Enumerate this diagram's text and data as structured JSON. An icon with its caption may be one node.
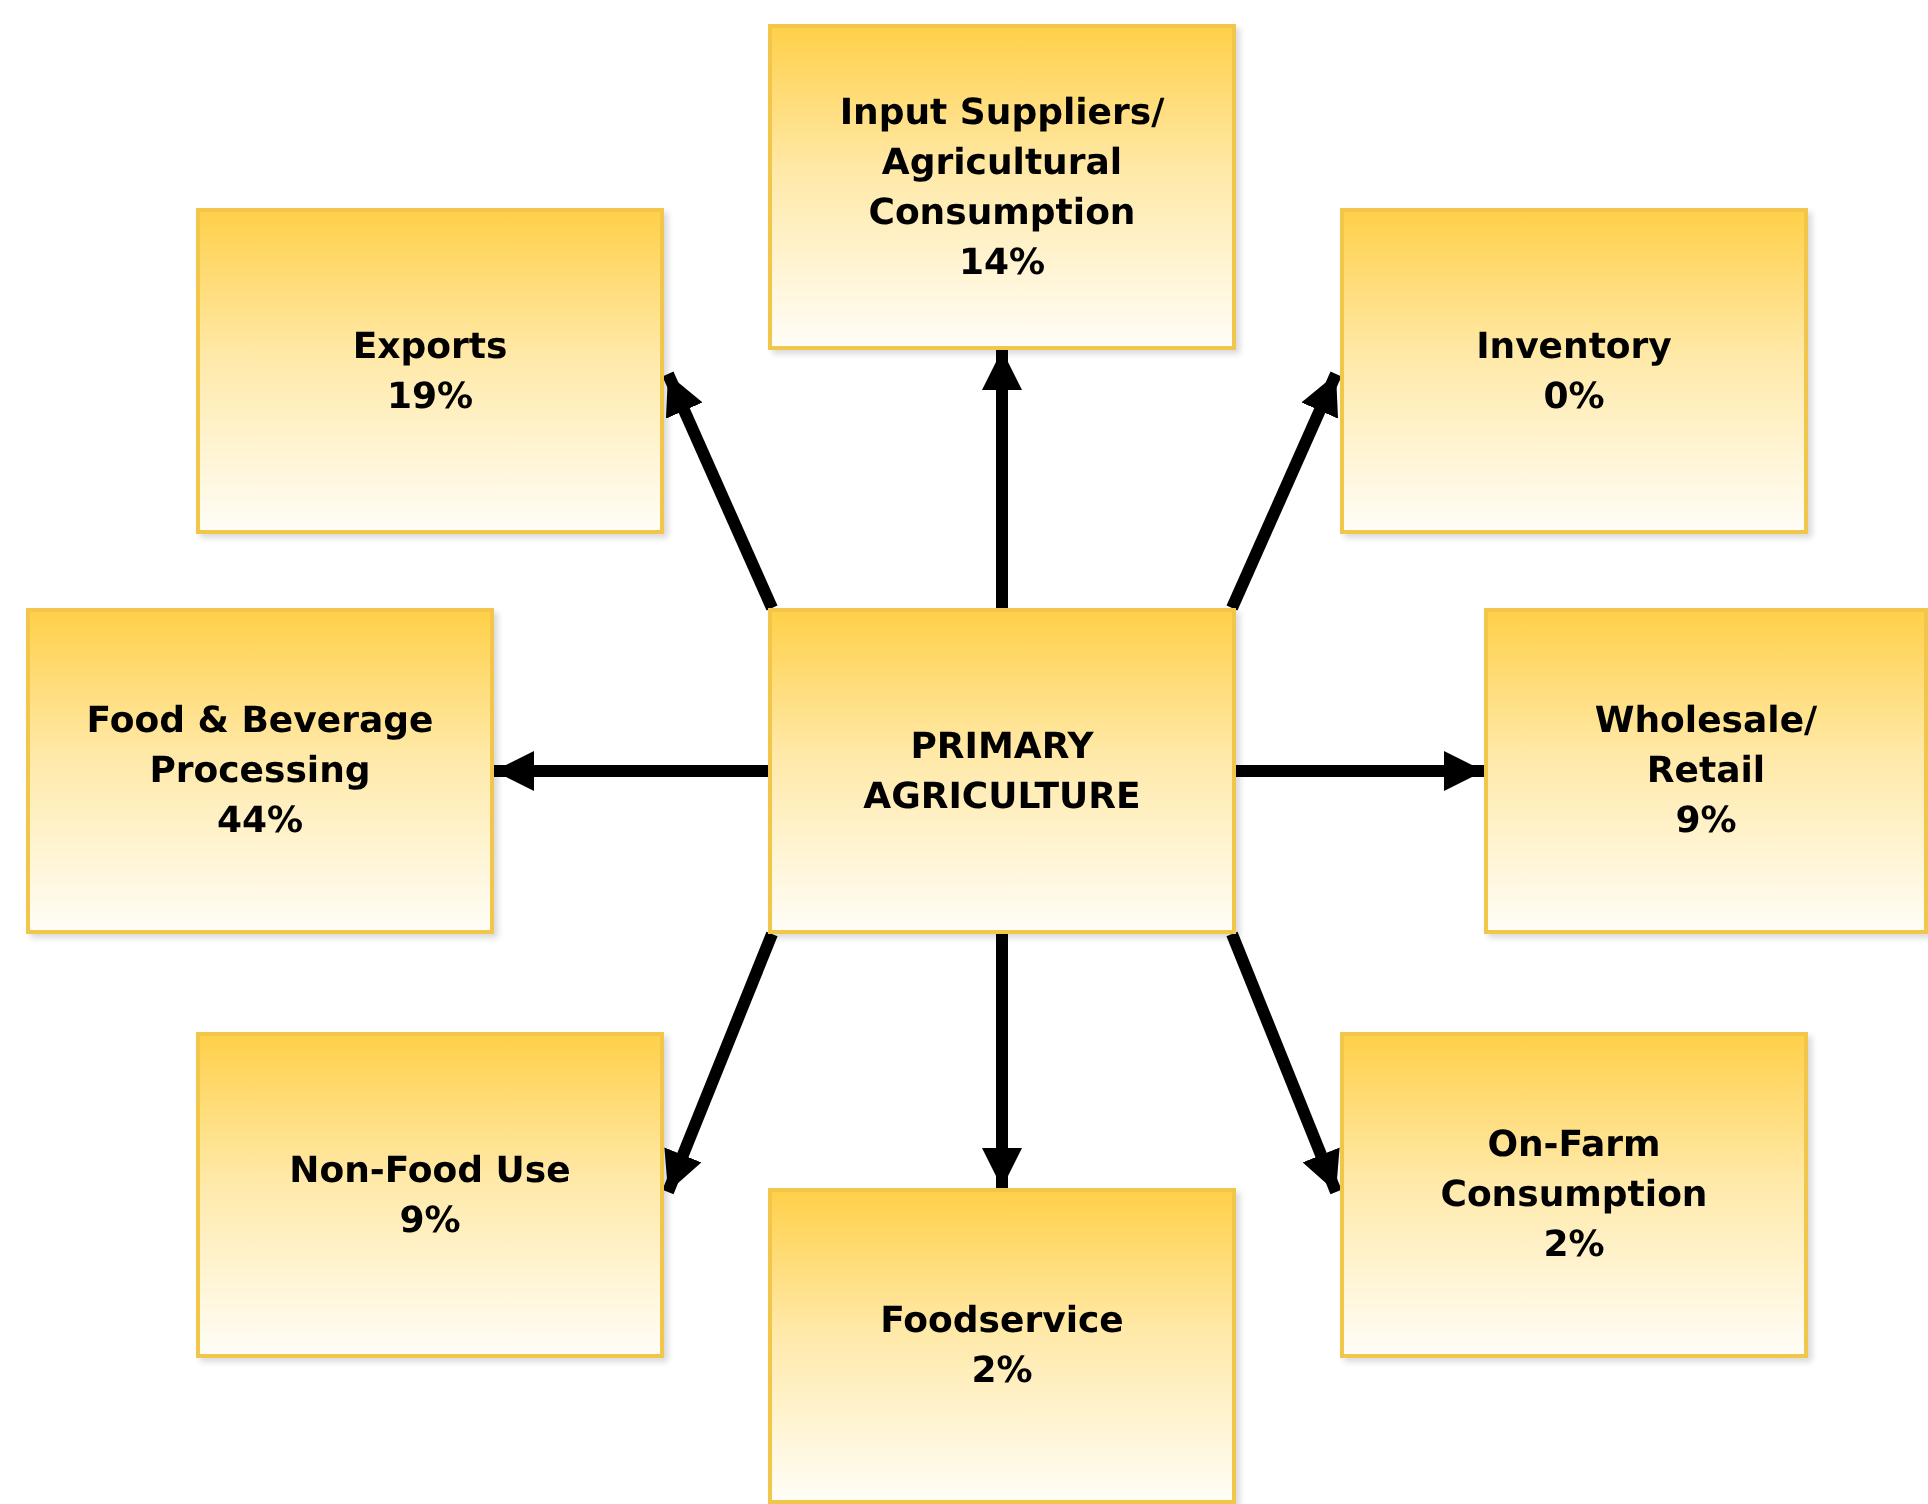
{
  "diagram": {
    "nodes": [
      {
        "text": [
          "Input Suppliers/ Agricultural Consumption",
          "14%"
        ]
      },
      {
        "text": [
          "Exports",
          "19%"
        ]
      },
      {
        "text": [
          "Inventory",
          "0%"
        ]
      },
      {
        "text": [
          "Food & Beverage Processing",
          "44%"
        ]
      },
      {
        "text": [
          "PRIMARY AGRICULTURE"
        ]
      },
      {
        "text": [
          "Wholesale/ Retail",
          "9%"
        ]
      },
      {
        "text": [
          "Non-Food Use",
          "9%"
        ]
      },
      {
        "text": [
          "On-Farm Consumption",
          "2%"
        ]
      },
      {
        "text": [
          "Foodservice",
          "2%"
        ]
      }
    ],
    "edges": [
      {
        "from": 4,
        "to": 0,
        "arrow": "to"
      },
      {
        "from": 4,
        "to": 1,
        "arrow": "to"
      },
      {
        "from": 4,
        "to": 2,
        "arrow": "to"
      },
      {
        "from": 4,
        "to": 3,
        "arrow": "to"
      },
      {
        "from": 4,
        "to": 5,
        "arrow": "to"
      },
      {
        "from": 4,
        "to": 6,
        "arrow": "to"
      },
      {
        "from": 4,
        "to": 7,
        "arrow": "to"
      },
      {
        "from": 4,
        "to": 8,
        "arrow": "to"
      }
    ]
  }
}
